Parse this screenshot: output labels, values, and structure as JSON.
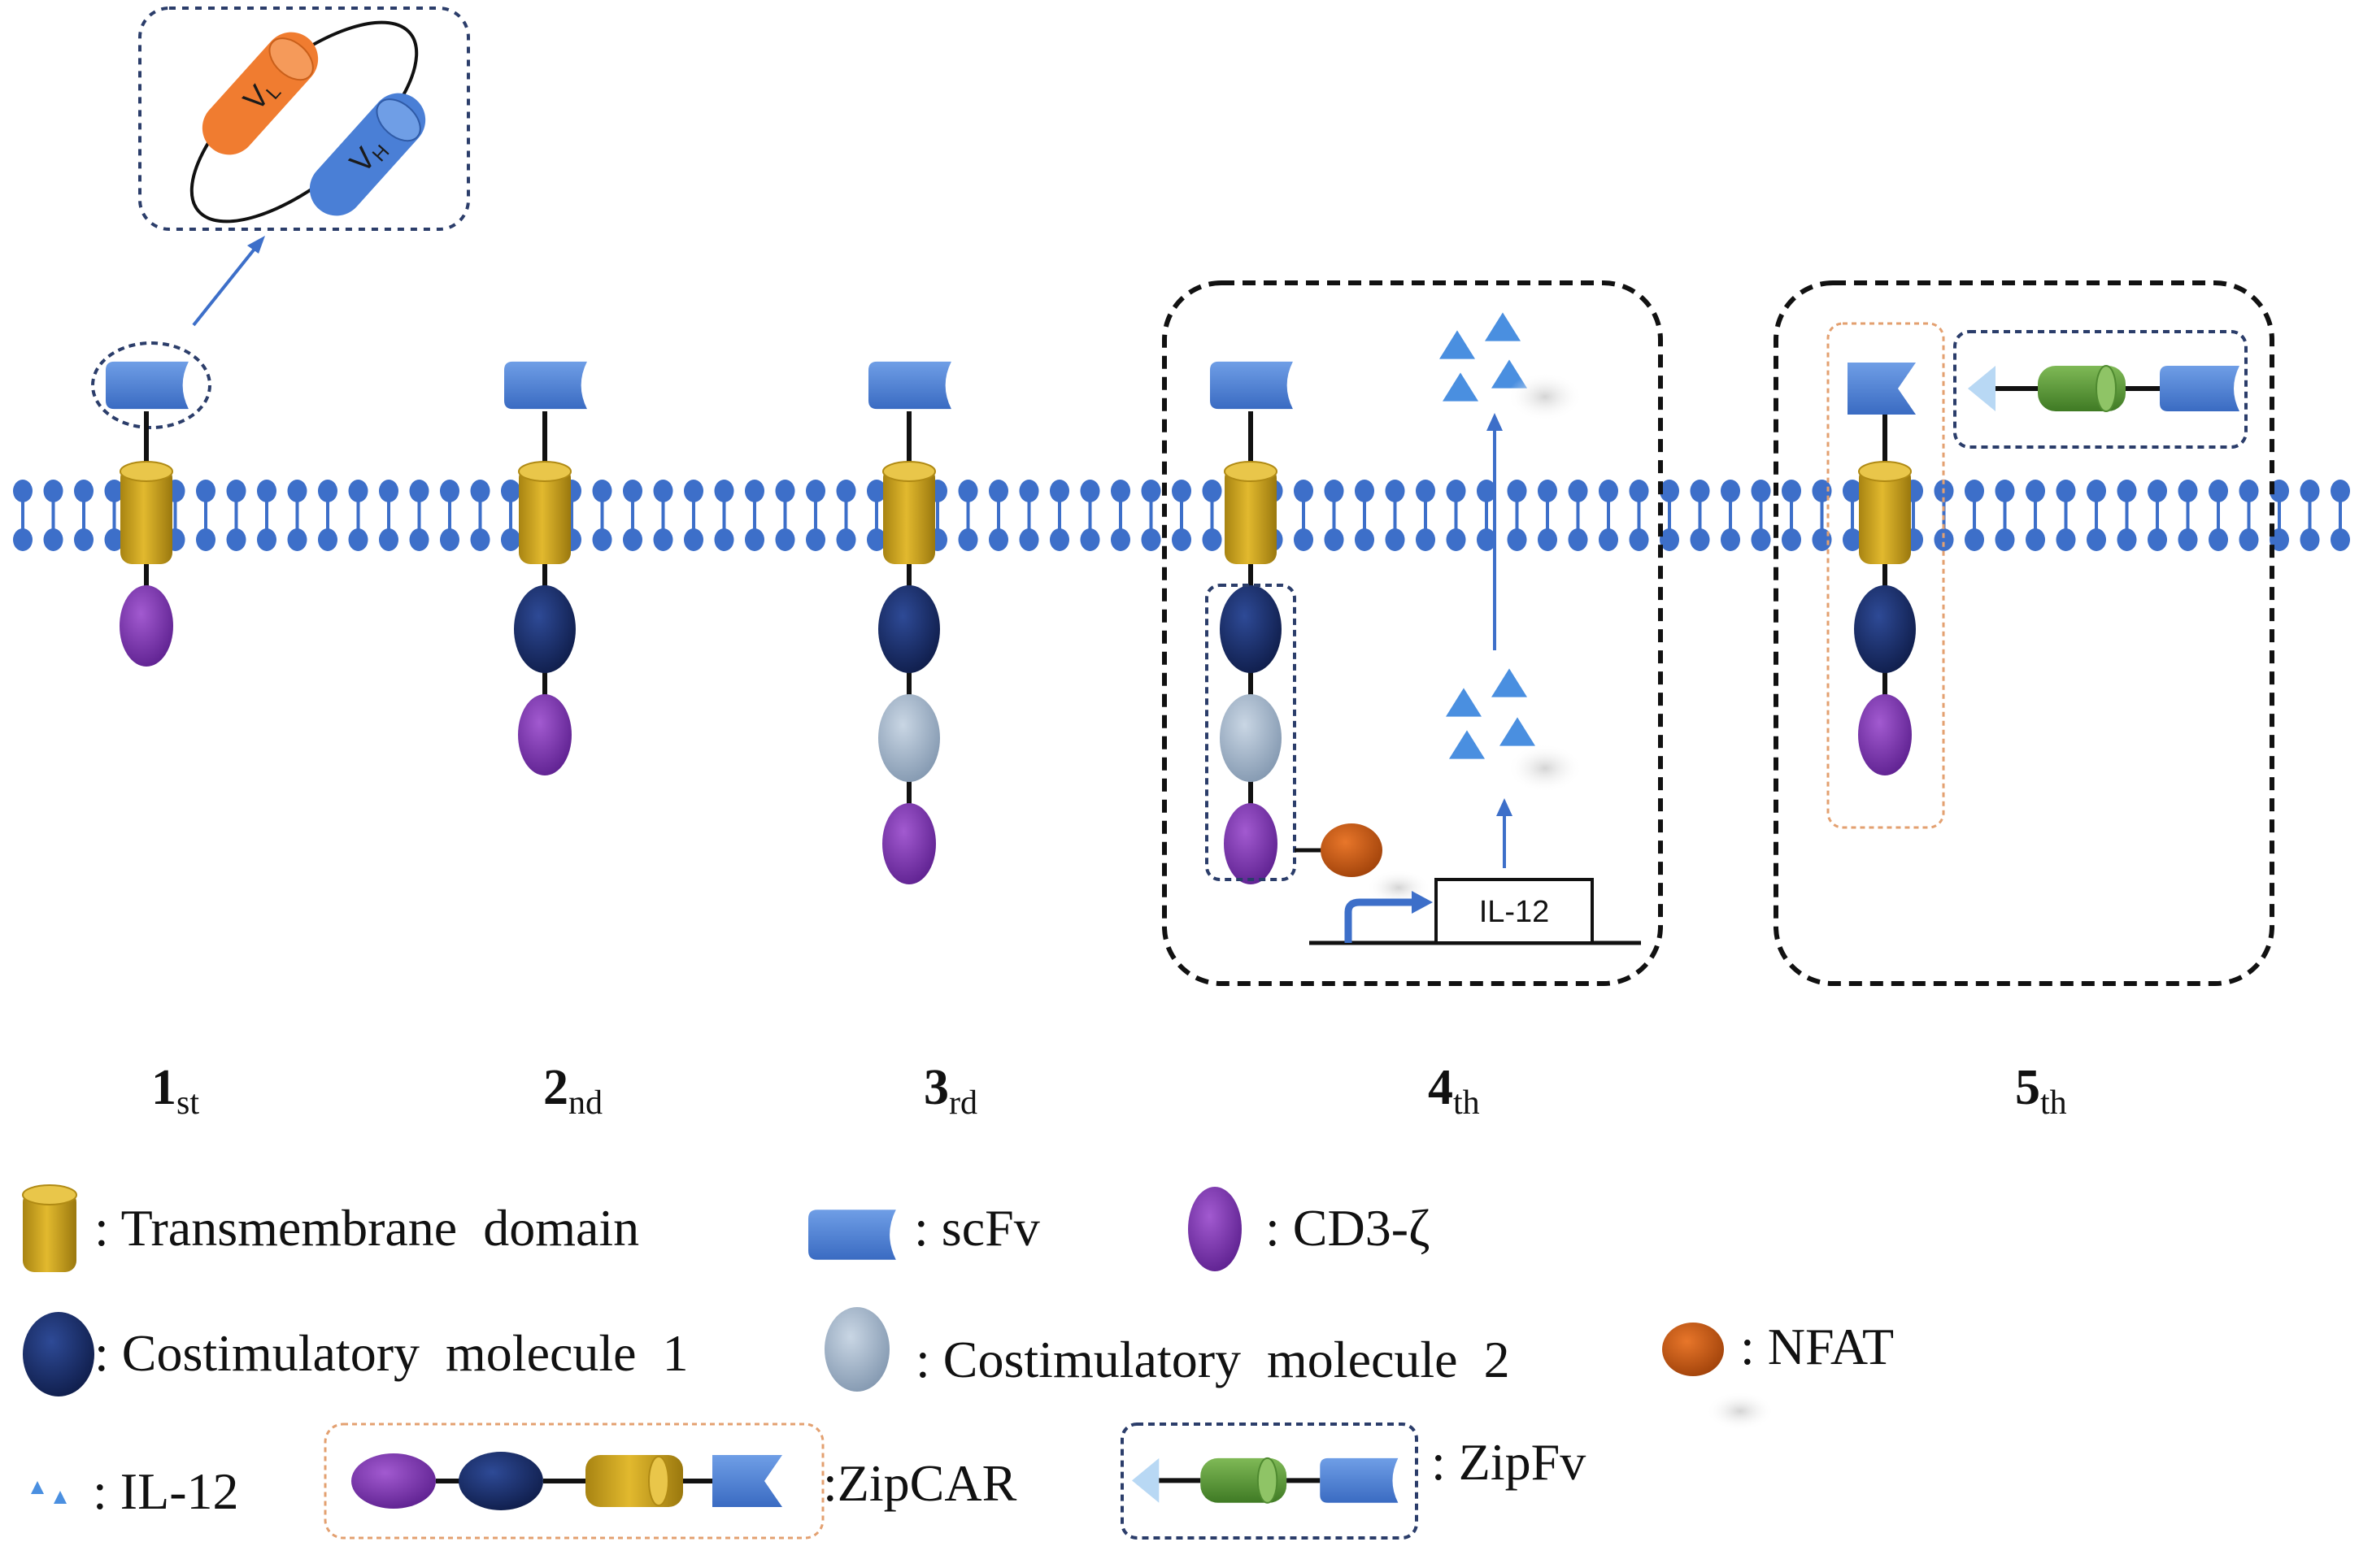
{
  "inset": {
    "vl_label": "V",
    "vl_sub": "L",
    "vh_label": "V",
    "vh_sub": "H"
  },
  "generations": [
    {
      "num": "1",
      "suffix": "st"
    },
    {
      "num": "2",
      "suffix": "nd"
    },
    {
      "num": "3",
      "suffix": "rd"
    },
    {
      "num": "4",
      "suffix": "th"
    },
    {
      "num": "5",
      "suffix": "th"
    }
  ],
  "gene_box_label": "IL-12",
  "legend": {
    "transmembrane": ": Transmembrane  domain",
    "scfv": ": scFv",
    "cd3": ": CD3-ζ",
    "costim1": ": Costimulatory  molecule  1",
    "costim2": ": Costimulatory  molecule  2",
    "nfat": ": NFAT",
    "il12": ": IL-12",
    "zipcar": ":ZipCAR",
    "zipfv": ": ZipFv"
  },
  "colors": {
    "membrane": "#3d6fc9",
    "scfv": "#4a7fd6",
    "transmembrane": "#c9a21c",
    "cd3": "#7a32a8",
    "costim1": "#1b2f6b",
    "costim2": "#9fb2c8",
    "nfat": "#c85a10",
    "il12": "#4a8fe0",
    "zip_green": "#5f9a3a",
    "vl": "#f07c30",
    "vh": "#4a7fd6"
  }
}
